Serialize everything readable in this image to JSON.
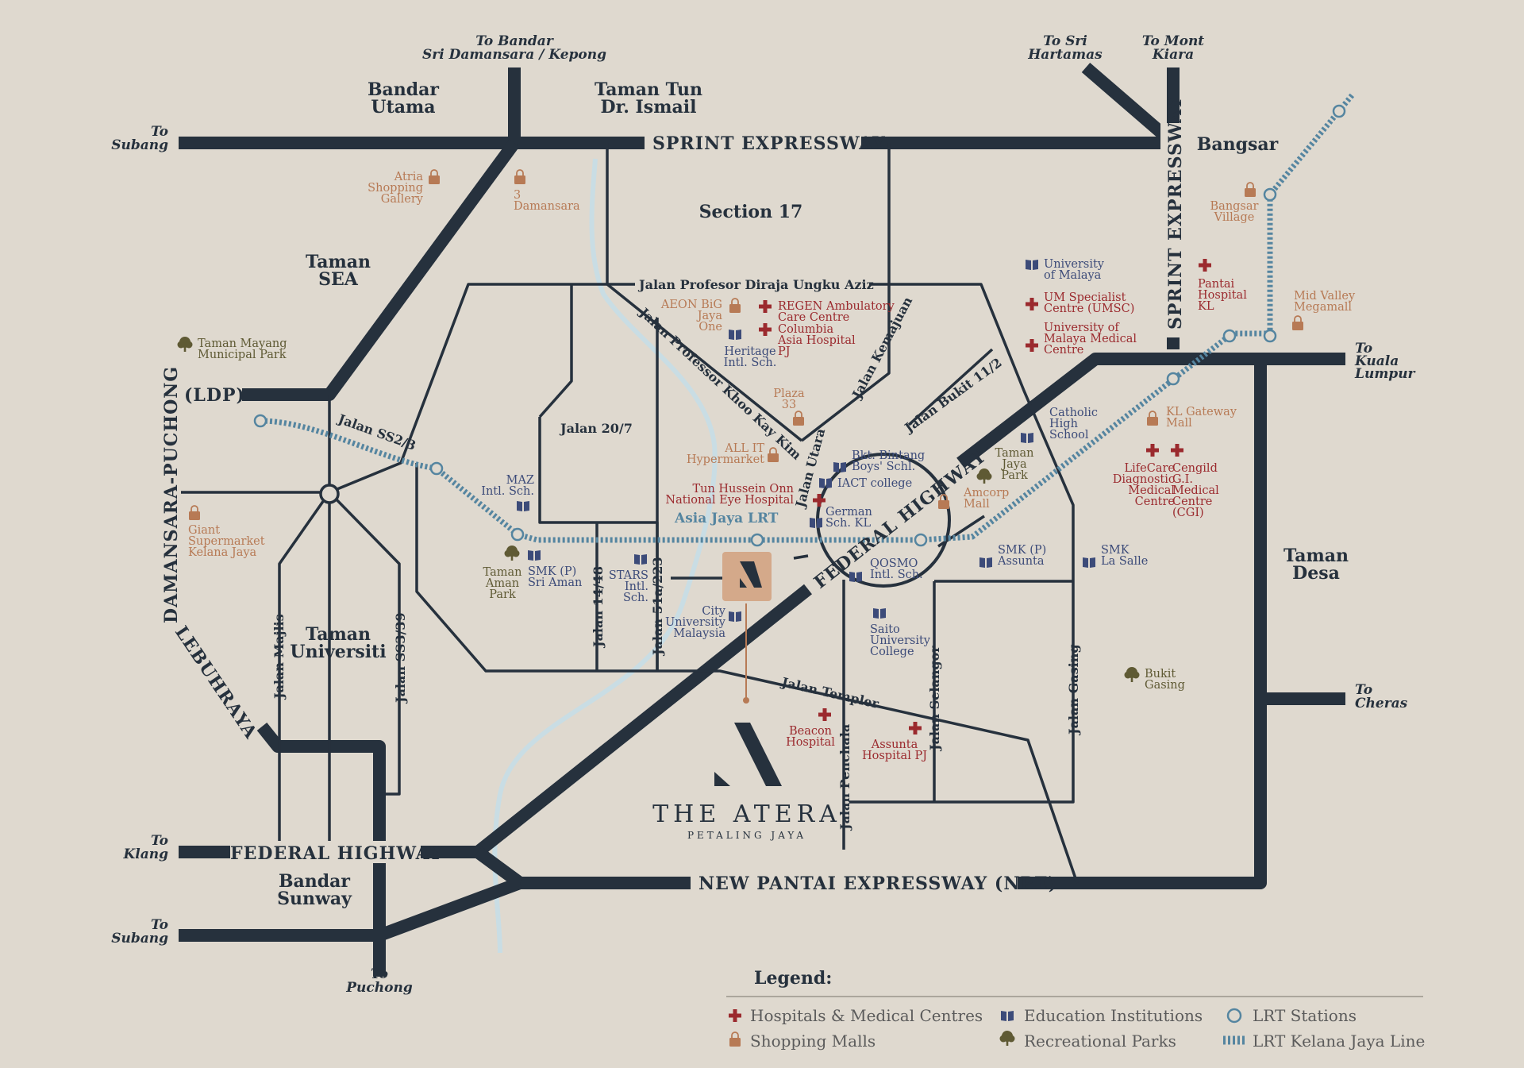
{
  "areas": {
    "bandar_utama": [
      "Bandar",
      "Utama"
    ],
    "taman_tun": [
      "Taman Tun",
      "Dr. Ismail"
    ],
    "taman_sea": [
      "Taman",
      "SEA"
    ],
    "section17": "Section 17",
    "bangsar": "Bangsar",
    "taman_universiti": [
      "Taman",
      "Universiti"
    ],
    "bandar_sunway": [
      "Bandar",
      "Sunway"
    ],
    "taman_desa": [
      "Taman",
      "Desa"
    ]
  },
  "directions": {
    "top_bandar": [
      "To Bandar",
      "Sri Damansara / Kepong"
    ],
    "top_sri_hartamas": [
      "To Sri",
      "Hartamas"
    ],
    "top_mont_kiara": [
      "To Mont",
      "Kiara"
    ],
    "left_subang_top": [
      "To",
      "Subang"
    ],
    "right_kl": [
      "To",
      "Kuala",
      "Lumpur"
    ],
    "right_cheras": [
      "To",
      "Cheras"
    ],
    "left_klang": [
      "To",
      "Klang"
    ],
    "left_subang_bottom": [
      "To",
      "Subang"
    ],
    "bottom_puchong": [
      "To",
      "Puchong"
    ]
  },
  "highways": {
    "sprint_top": "SPRINT EXPRESSWAY",
    "sprint_right": "SPRINT EXPRESSWAY",
    "federal_left": "FEDERAL HIGHWAY",
    "federal_center": "FEDERAL HIGHWAY",
    "npe": "NEW PANTAI EXPRESSWAY (NPE)",
    "ldp": "(LDP)",
    "ldp_vertical": "DAMANSARA-PUCHONG",
    "lebuhraya": "LEBUHRAYA"
  },
  "roads": {
    "ungku_aziz": "Jalan Profesor Diraja Ungku Aziz",
    "khoo_kay_kim": "Jalan Professor Khoo Kay Kim",
    "kemajuan": "Jalan Kemajuan",
    "bukit_11_2": "Jalan Bukit 11/2",
    "utara": "Jalan Utara",
    "ss2_3": "Jalan SS2/3",
    "jalan_20_7": "Jalan 20/7",
    "jalan_14_48": "Jalan 14/48",
    "jalan_51a": "Jalan 51a/223",
    "majlis": "Jalan Majlis",
    "ss3_39": "Jalan SS3/39",
    "templer": "Jalan Templer",
    "penchala": "Jalan Penchala",
    "selangor": "Jalan Selangor",
    "gasing": "Jalan Gasing"
  },
  "lrt_label": "Asia Jaya LRT",
  "pois": {
    "hospitals": {
      "regen": [
        "REGEN Ambulatory",
        "Care Centre"
      ],
      "columbia": [
        "Columbia",
        "Asia Hospital",
        "PJ"
      ],
      "umsc": [
        "UM Specialist",
        "Centre (UMSC)"
      ],
      "ummc": [
        "University of",
        "Malaya Medical",
        "Centre"
      ],
      "pantai": [
        "Pantai",
        "Hospital",
        "KL"
      ],
      "tun_hussein": [
        "Tun Hussein Onn",
        "National Eye Hospital"
      ],
      "lifecare": [
        "LifeCare",
        "Diagnostic",
        "Medical",
        "Centre"
      ],
      "cengild": [
        "Cengild",
        "G.I.",
        "Medical",
        "Centre",
        "(CGI)"
      ],
      "beacon": [
        "Beacon",
        "Hospital"
      ],
      "assunta": [
        "Assunta",
        "Hospital PJ"
      ]
    },
    "malls": {
      "atria": [
        "Atria",
        "Shopping",
        "Gallery"
      ],
      "3damansara": [
        "3",
        "Damansara"
      ],
      "aeon": [
        "AEON BiG",
        "Jaya",
        "One"
      ],
      "bangsar_village": [
        "Bangsar",
        "Village"
      ],
      "mid_valley": [
        "Mid Valley",
        "Megamall"
      ],
      "plaza33": [
        "Plaza",
        "33"
      ],
      "allit": [
        "ALL IT",
        "Hypermarket"
      ],
      "kl_gateway": [
        "KL Gateway",
        "Mall"
      ],
      "amcorp": [
        "Amcorp",
        "Mall"
      ],
      "giant": [
        "Giant",
        "Supermarket",
        "Kelana Jaya"
      ]
    },
    "education": {
      "um": [
        "University",
        "of Malaya"
      ],
      "heritage": [
        "Heritage",
        "Intl. Sch."
      ],
      "catholic": [
        "Catholic",
        "High",
        "School"
      ],
      "bkt_bintang": [
        "Bkt. Bintang",
        "Boys' Schl."
      ],
      "iact": [
        "IACT college"
      ],
      "german": [
        "German",
        "Sch. KL"
      ],
      "maz": [
        "MAZ",
        "Intl. Sch."
      ],
      "smk_sri_aman": [
        "SMK (P)",
        "Sri Aman"
      ],
      "stars": [
        "STARS",
        "Intl.",
        "Sch."
      ],
      "city_uni": [
        "City",
        "University",
        "Malaysia"
      ],
      "qosmo": [
        "QOSMO",
        "Intl. Sch."
      ],
      "saito": [
        "Saito",
        "University",
        "College"
      ],
      "smk_assunta": [
        "SMK (P)",
        "Assunta"
      ],
      "smk_la_salle": [
        "SMK",
        "La Salle"
      ]
    },
    "parks": {
      "mayang": [
        "Taman Mayang",
        "Municipal Park"
      ],
      "taman_jaya": [
        "Taman",
        "Jaya",
        "Park"
      ],
      "aman": [
        "Taman",
        "Aman",
        "Park"
      ],
      "bukit_gasing": [
        "Bukit",
        "Gasing"
      ]
    }
  },
  "brand": {
    "name": "THE ATERA",
    "sub": "PETALING JAYA"
  },
  "legend": {
    "title": "Legend:",
    "hospitals": "Hospitals & Medical Centres",
    "malls": "Shopping Malls",
    "education": "Education Institutions",
    "parks": "Recreational Parks",
    "lrt_stations": "LRT Stations",
    "lrt_line": "LRT Kelana Jaya Line"
  },
  "colors": {
    "background": "#dfd9cf",
    "road": "#26313d",
    "hospital": "#9b2a2e",
    "mall": "#b77a55",
    "education": "#3c4b79",
    "park": "#5f5a34",
    "lrt": "#5585a0",
    "river": "#c9dde4"
  },
  "icons": {
    "hospital": "hospital-cross-icon",
    "mall": "shopping-bag-icon",
    "education": "book-icon",
    "park": "tree-icon",
    "lrt_station": "lrt-station-icon"
  }
}
